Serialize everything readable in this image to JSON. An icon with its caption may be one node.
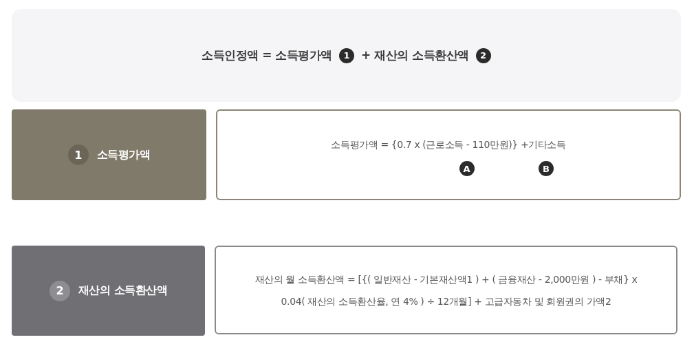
{
  "diagram": {
    "nodes": [
      {
        "text": [
          "소득인정액 = 소득평가액",
          "+ 재산의 소득환산액"
        ]
      },
      {
        "text": [
          "1"
        ],
        "in": 0
      },
      {
        "text": [
          "2"
        ],
        "in": 0
      },
      {
        "text": [
          "소득평가액"
        ]
      },
      {
        "text": [
          "1"
        ],
        "in": 3
      },
      {
        "text": [
          "소득평가액 = {0.7 x (근로소득 - 110만원)} +기타소득"
        ]
      },
      {
        "text": [
          "A"
        ],
        "in": 5
      },
      {
        "text": [
          "B"
        ],
        "in": 5
      },
      {
        "text": [
          "재산의 소득환산액"
        ]
      },
      {
        "text": [
          "2"
        ],
        "in": 8
      },
      {
        "text": [
          "재산의 월 소득환산액 = [{( 일반재산 - 기본재산액1 ) + ( 금융재산 - 2,000만원 ) - 부채} x 0.04( 재산의 소득환산율, 연 4% ) ÷ 12개월] + 고급자동차 및 회원권의 가액2"
        ]
      }
    ]
  }
}
